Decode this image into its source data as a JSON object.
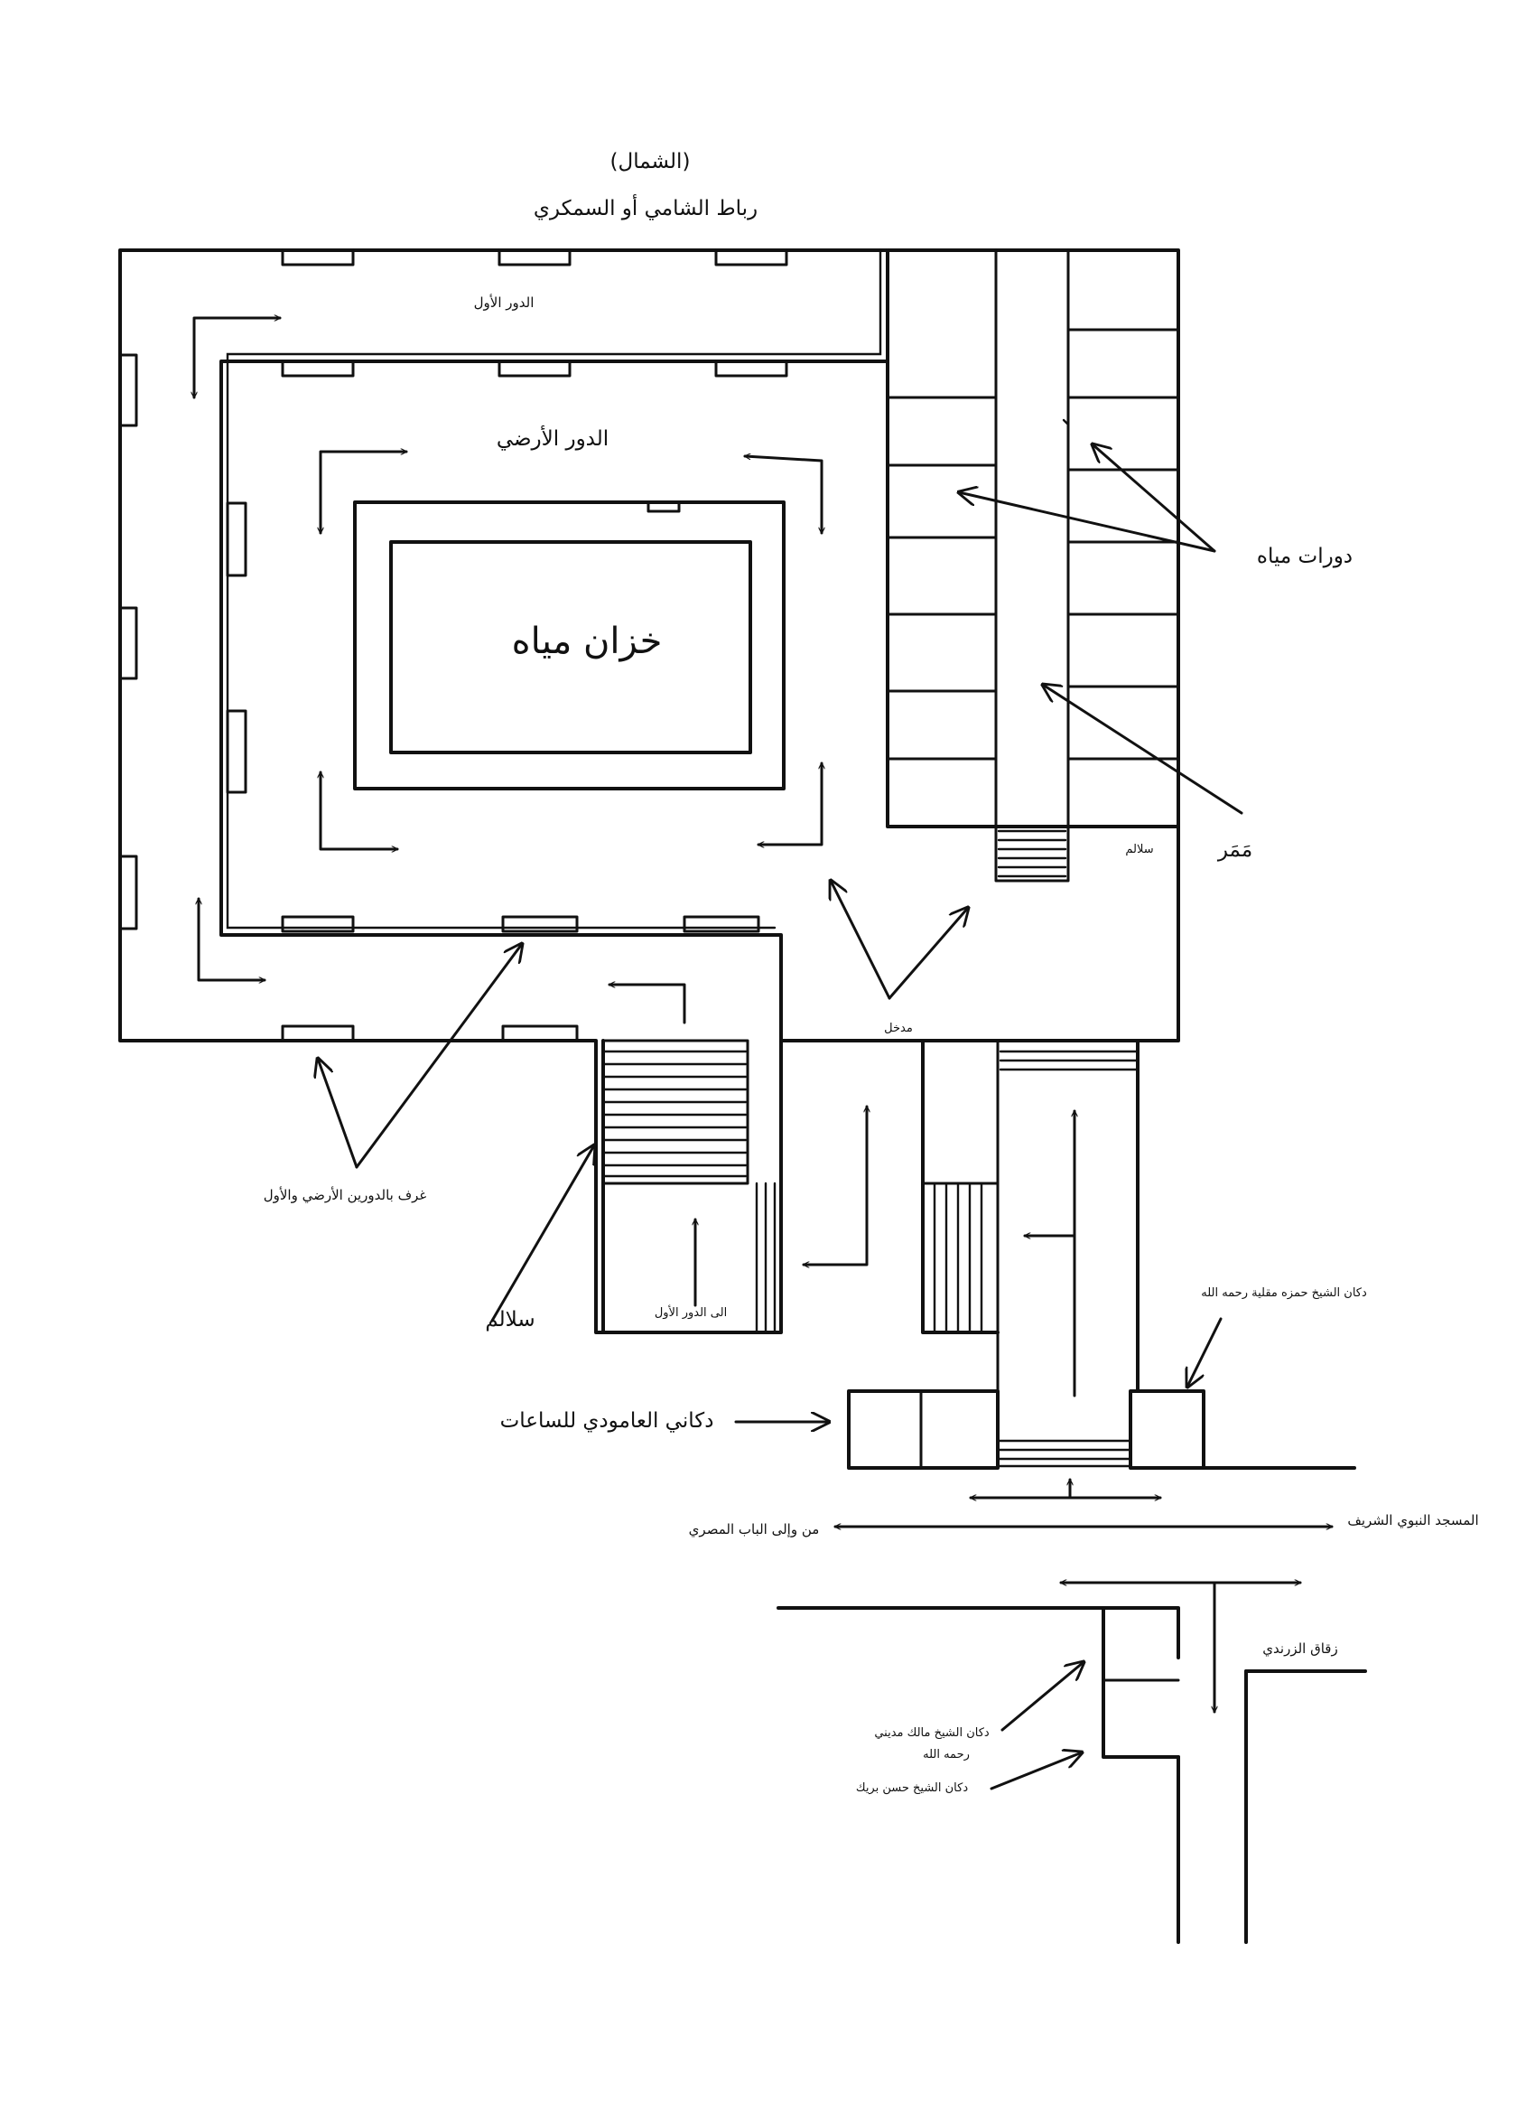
{
  "labels": {
    "north": "(الشمال)",
    "building": "رباط الشامي أو السمكري",
    "first_floor": "الدور الأول",
    "ground_floor": "الدور الأرضي",
    "water_tank": "خزان مياه",
    "toilets": "دورات مياه",
    "corridor": "مَمَر",
    "stairs_small": "سلالم",
    "entrance": "مدخل",
    "rooms_two_floors": "غرف بالدورين الأرضي والأول",
    "stairs": "سلالم",
    "to_first_floor": "الى الدور الأول",
    "hamza_shop": "دكان الشيخ حمزه مقلية رحمه الله",
    "amoudi_shops": "دكاني العامودي للساعات",
    "to_bab_masri": "من وإلى الباب المصري",
    "prophet_mosque": "المسجد النبوي الشريف",
    "zarandi_alley": "زقاق الزرندي",
    "malik_shop_line1": "دكان الشيخ مالك مديني",
    "malik_shop_line2": "رحمه الله",
    "hasan_shop": "دكان الشيخ حسن بريك"
  }
}
